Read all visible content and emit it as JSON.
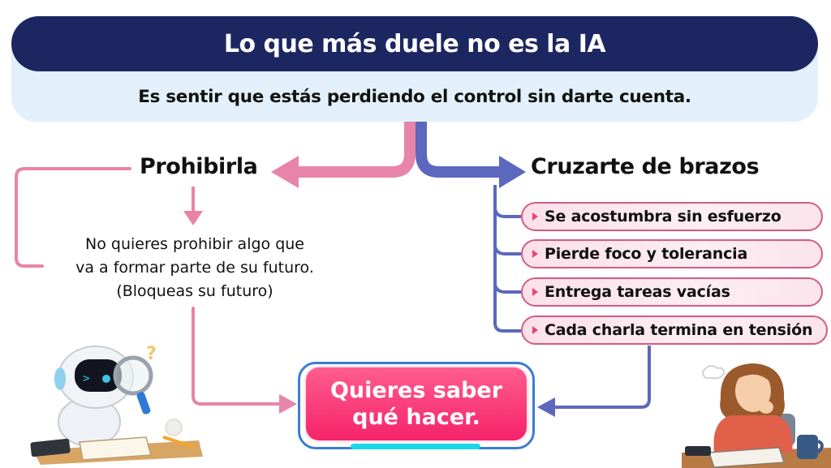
{
  "header": {
    "title": "Lo que más duele no es la IA",
    "subtitle": "Es sentir que estás perdiendo el control sin darte cuenta."
  },
  "left_branch": {
    "title": "Prohibirla",
    "description_lines": [
      "No quieres prohibir algo que",
      "va a formar parte de su futuro.",
      "(Bloqueas su futuro)"
    ]
  },
  "right_branch": {
    "title": "Cruzarte de brazos",
    "items": [
      "Se acostumbra sin esfuerzo",
      "Pierde foco y tolerancia",
      "Entrega tareas vacías",
      "Cada charla termina en tensión"
    ]
  },
  "conclusion": {
    "lines": [
      "Quieres saber",
      "qué hacer."
    ]
  },
  "illustrations": {
    "left": "robot-with-magnifying-glass",
    "right": "worried-woman-at-desk"
  },
  "colors": {
    "title_bar": "#1c2761",
    "header_bg": "#e3f0fb",
    "pink_connector": "#e884a8",
    "blue_connector": "#5b68be",
    "pill_border": "#d65a86",
    "pill_bullet": "#e8457c",
    "cta_fill": "#f5236a",
    "cta_border": "#3b7dd2",
    "cta_underline": "#1ad8e8"
  }
}
